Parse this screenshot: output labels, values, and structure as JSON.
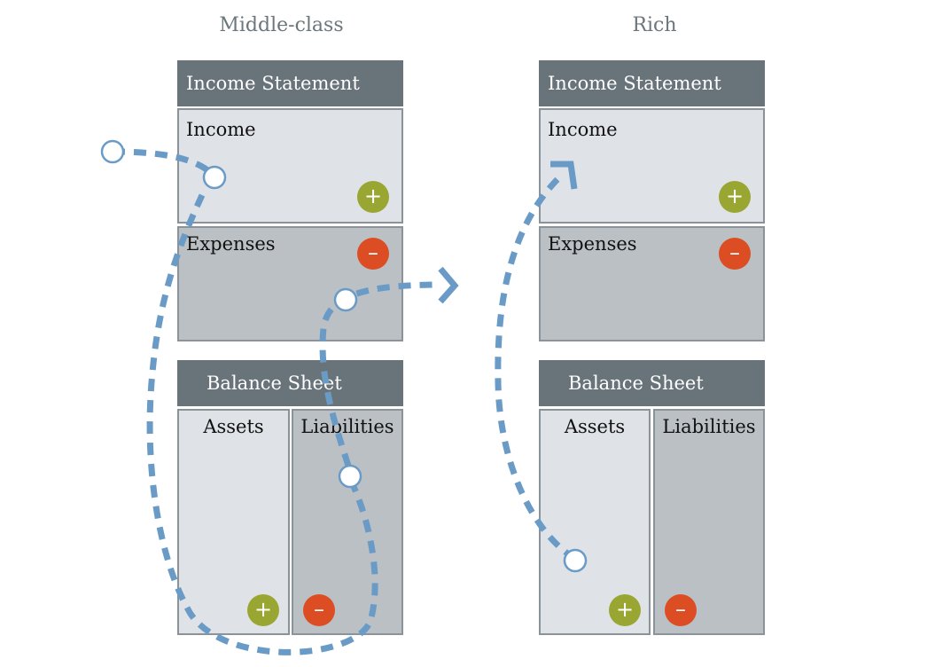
{
  "columns": {
    "middle": {
      "title": "Middle-class"
    },
    "rich": {
      "title": "Rich"
    }
  },
  "labels": {
    "income_statement": "Income Statement",
    "income": "Income",
    "expenses": "Expenses",
    "balance_sheet": "Balance Sheet",
    "assets": "Assets",
    "liabilities": "Liabilities",
    "plus_symbol": "+",
    "minus_symbol": "–"
  },
  "colors": {
    "header": "#68737a",
    "light_panel": "#dfe2e6",
    "dark_panel": "#bac0c4",
    "plus": "#9aa632",
    "minus": "#dd4d23",
    "flow_line": "#6a9bc6"
  }
}
